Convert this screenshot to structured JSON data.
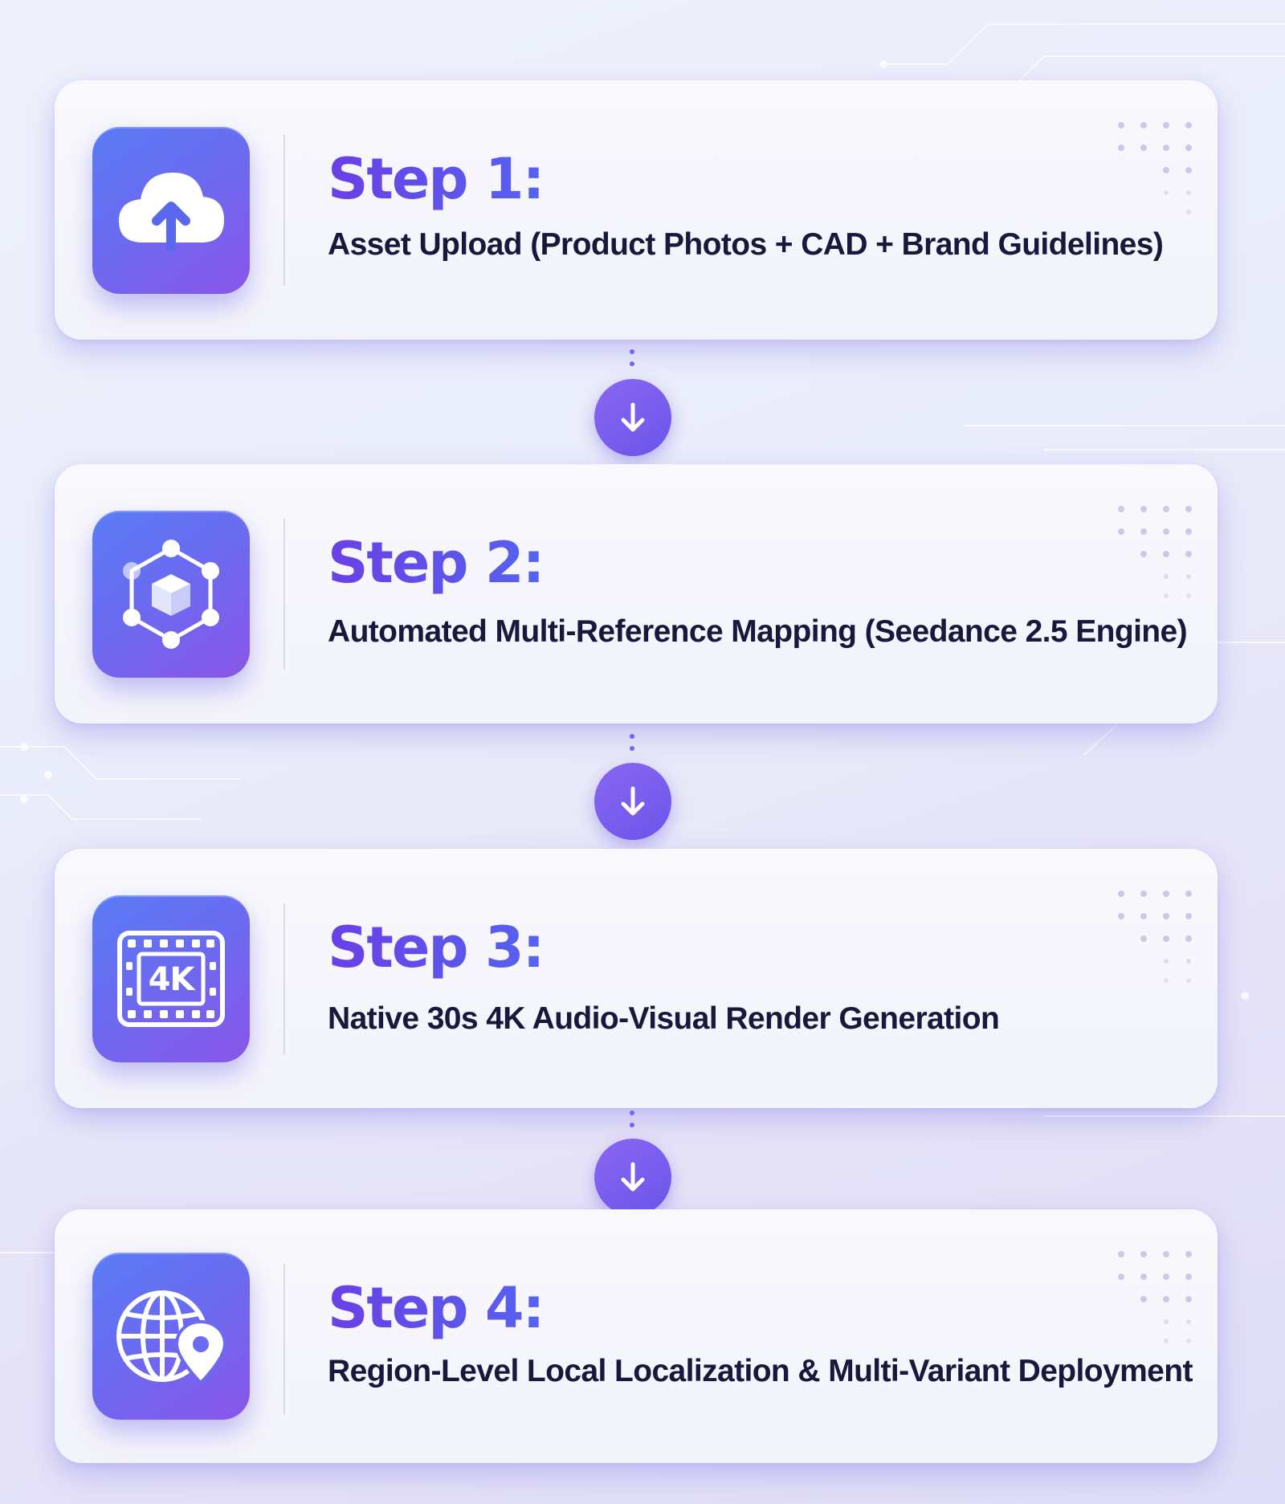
{
  "steps": [
    {
      "title": "Step 1:",
      "description": "Asset Upload (Product Photos + CAD + Brand Guidelines)",
      "icon": "cloud-upload-icon"
    },
    {
      "title": "Step 2:",
      "description": "Automated Multi-Reference Mapping (Seedance 2.5 Engine)",
      "icon": "cube-network-icon"
    },
    {
      "title": "Step 3:",
      "description": "Native 30s 4K Audio-Visual Render Generation",
      "icon": "film-4k-icon",
      "badge": "4K"
    },
    {
      "title": "Step 4:",
      "description": "Region-Level Local Localization & Multi-Variant Deployment",
      "icon": "globe-pin-icon"
    }
  ],
  "connectors": [
    {
      "icon": "arrow-down-icon"
    },
    {
      "icon": "arrow-down-icon"
    },
    {
      "icon": "arrow-down-icon"
    }
  ],
  "colors": {
    "accent": "#6b55ea",
    "title_gradient_start": "#6a3fe6",
    "title_gradient_end": "#5563f0",
    "text_dark": "#17183b",
    "icon_tile_start": "#5a7cf6",
    "icon_tile_end": "#8a55e8"
  }
}
